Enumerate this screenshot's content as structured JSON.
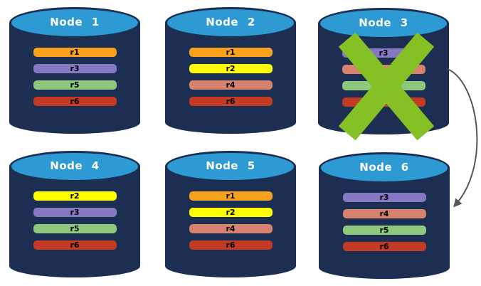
{
  "diagram": {
    "style": {
      "background": "#FFFFFF",
      "cylinder_color": "#1C2E52",
      "cap_color": "#2D9AD4",
      "title_color": "#FFFFFF"
    },
    "failure_mark": {
      "icon": "x-cross-icon",
      "color": "#85C125"
    },
    "arrow": {
      "color": "#575757",
      "from": "Node 3",
      "to": "Node 6"
    },
    "nodes": [
      {
        "label": "Node 1",
        "rows": [
          {
            "label": "r1",
            "color": "#F9A11B"
          },
          {
            "label": "r3",
            "color": "#8579C3"
          },
          {
            "label": "r5",
            "color": "#8EC87D"
          },
          {
            "label": "r6",
            "color": "#C33B25"
          }
        ]
      },
      {
        "label": "Node 2",
        "rows": [
          {
            "label": "r1",
            "color": "#F9A11B"
          },
          {
            "label": "r2",
            "color": "#FEFE00"
          },
          {
            "label": "r4",
            "color": "#D7826F"
          },
          {
            "label": "r6",
            "color": "#C33B25"
          }
        ]
      },
      {
        "label": "Node 3",
        "rows": [
          {
            "label": "r3",
            "color": "#8579C3"
          },
          {
            "label": "",
            "color": "#D7826F"
          },
          {
            "label": "",
            "color": "#8EC87D"
          },
          {
            "label": "",
            "color": "#C33B25"
          }
        ]
      },
      {
        "label": "Node 4",
        "rows": [
          {
            "label": "r2",
            "color": "#FEFE00"
          },
          {
            "label": "r3",
            "color": "#8579C3"
          },
          {
            "label": "r5",
            "color": "#8EC87D"
          },
          {
            "label": "r6",
            "color": "#C33B25"
          }
        ]
      },
      {
        "label": "Node 5",
        "rows": [
          {
            "label": "r1",
            "color": "#F9A11B"
          },
          {
            "label": "r2",
            "color": "#FEFE00"
          },
          {
            "label": "r4",
            "color": "#D7826F"
          },
          {
            "label": "r6",
            "color": "#C33B25"
          }
        ]
      },
      {
        "label": "Node 6",
        "rows": [
          {
            "label": "r3",
            "color": "#8579C3"
          },
          {
            "label": "r4",
            "color": "#D7826F"
          },
          {
            "label": "r5",
            "color": "#8EC87D"
          },
          {
            "label": "r6",
            "color": "#C33B25"
          }
        ]
      }
    ]
  }
}
